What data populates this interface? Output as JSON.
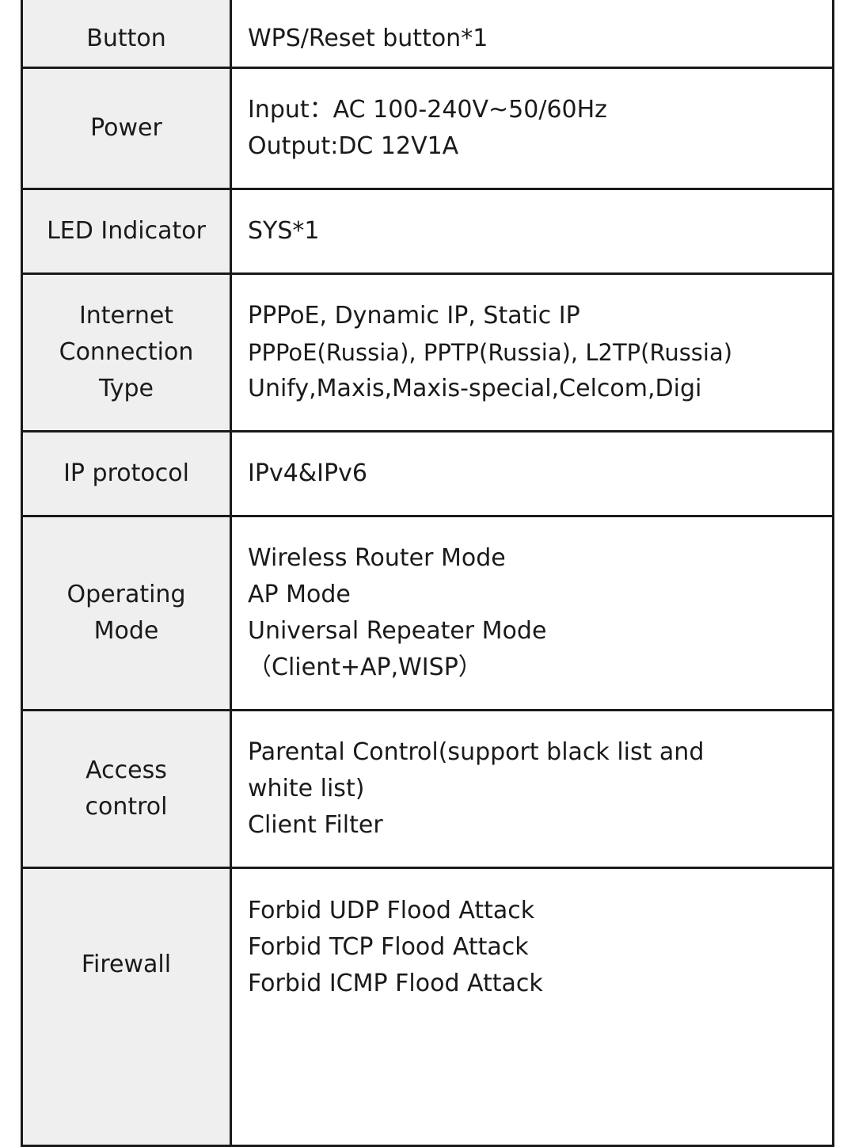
{
  "rows": [
    {
      "label": [
        "Button"
      ],
      "value": [
        "WPS/Reset button*1"
      ]
    },
    {
      "label": [
        "Power"
      ],
      "value": [
        "Input：AC 100-240V~50/60Hz",
        "Output:DC 12V1A"
      ]
    },
    {
      "label": [
        "LED Indicator"
      ],
      "value": [
        "SYS*1"
      ]
    },
    {
      "label": [
        "Internet",
        "Connection",
        "Type"
      ],
      "value": [
        "PPPoE, Dynamic IP, Static IP",
        "PPPoE(Russia), PPTP(Russia), L2TP(Russia)",
        "Unify,Maxis,Maxis-special,Celcom,Digi"
      ]
    },
    {
      "label": [
        "IP protocol"
      ],
      "value": [
        "IPv4&IPv6"
      ]
    },
    {
      "label": [
        "Operating",
        "Mode"
      ],
      "value": [
        "Wireless Router Mode",
        "AP Mode",
        "Universal Repeater Mode",
        "（Client+AP,WISP）"
      ]
    },
    {
      "label": [
        "Access",
        "control"
      ],
      "value": [
        "Parental Control(support black list and",
        "white list)",
        "Client Filter"
      ]
    },
    {
      "label": [
        "Firewall"
      ],
      "value": [
        "Forbid UDP Flood Attack",
        "Forbid TCP Flood Attack",
        "Forbid ICMP Flood Attack"
      ]
    }
  ]
}
